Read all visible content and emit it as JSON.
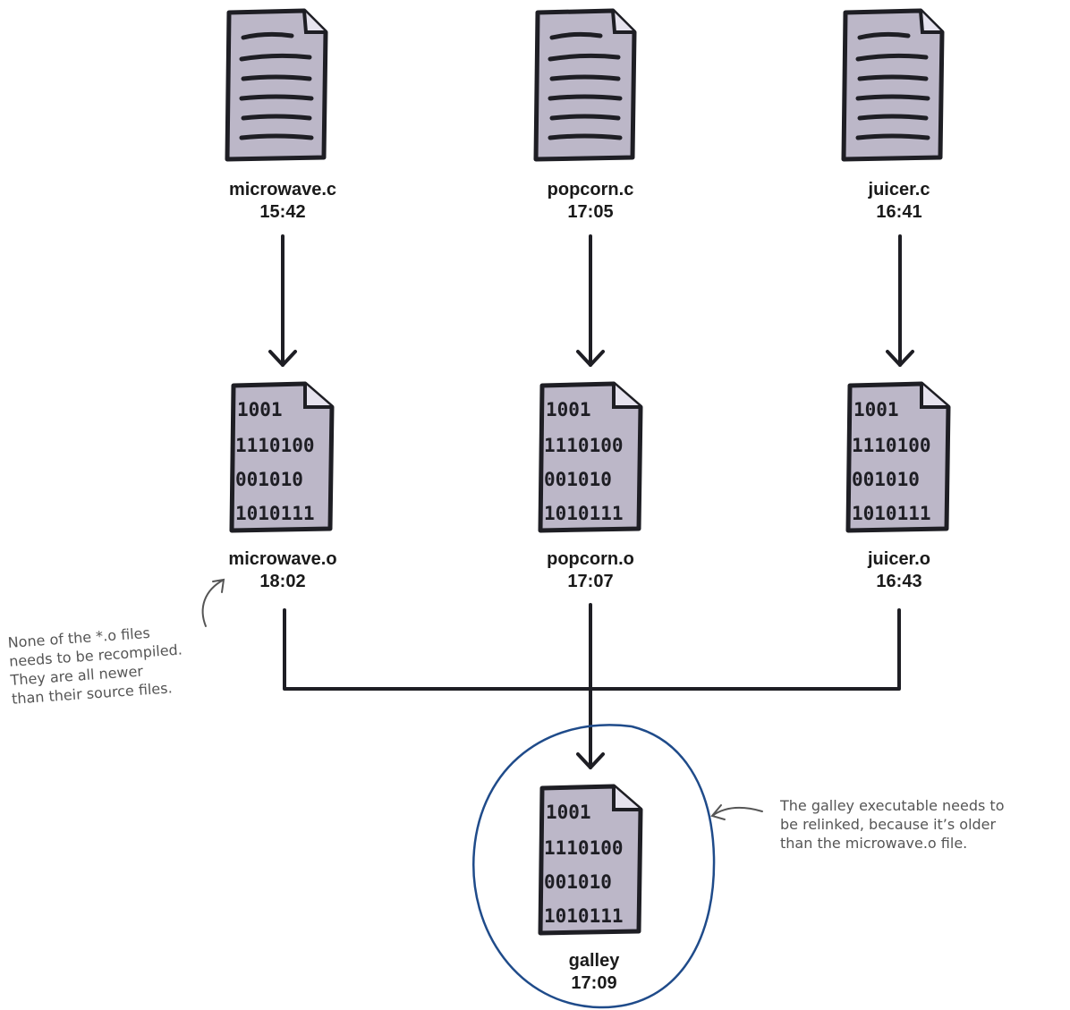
{
  "sources": [
    {
      "name": "microwave.c",
      "time": "15:42"
    },
    {
      "name": "popcorn.c",
      "time": "17:05"
    },
    {
      "name": "juicer.c",
      "time": "16:41"
    }
  ],
  "objects": [
    {
      "name": "microwave.o",
      "time": "18:02"
    },
    {
      "name": "popcorn.o",
      "time": "17:07"
    },
    {
      "name": "juicer.o",
      "time": "16:43"
    }
  ],
  "executable": {
    "name": "galley",
    "time": "17:09"
  },
  "binary_lines": [
    "1001",
    "1110100",
    "001010",
    "1010111"
  ],
  "notes": {
    "left": [
      "None of the *.o files",
      "needs to be recompiled.",
      "They are all newer",
      "than their source files."
    ],
    "right": [
      "The galley executable needs to",
      "be relinked, because it’s older",
      "than the microwave.o file."
    ]
  },
  "colors": {
    "doc_fill": "#bcb7c8",
    "doc_stroke": "#1e1e24",
    "highlight_circle": "#1f4b8a",
    "note_text": "#555555"
  }
}
